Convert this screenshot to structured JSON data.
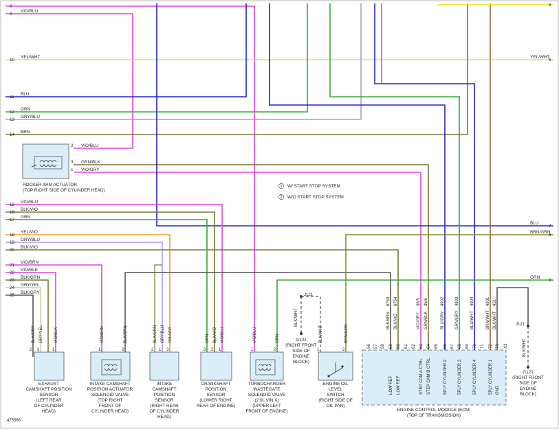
{
  "colors": {
    "magenta": "#dd44dd",
    "blue": "#2222cc",
    "yellow": "#e6e642",
    "green": "#33aa33",
    "lavender": "#a0a0dd",
    "olive": "#777733",
    "gray": "#555555",
    "orange": "#f0a030",
    "olivegreen": "#8a8a2a",
    "brown": "#996633",
    "bright_yellow": "#f0e000"
  },
  "left_pins": [
    {
      "num": "8",
      "label": ""
    },
    {
      "num": "9",
      "label": "VIO/BLU"
    },
    {
      "num": "10",
      "label": "YEL/WHT"
    },
    {
      "num": "11",
      "label": "BLU"
    },
    {
      "num": "12",
      "label": "GRN"
    },
    {
      "num": "13",
      "label": "GRY/BLU"
    },
    {
      "num": "14",
      "label": "BRN"
    },
    {
      "num": "15",
      "label": "VIO/BLU"
    },
    {
      "num": "16",
      "label": "BLK/VIO"
    },
    {
      "num": "17",
      "label": "GRN"
    },
    {
      "num": "18",
      "label": "YEL/VIO"
    },
    {
      "num": "19",
      "label": "GRY/BLU"
    },
    {
      "num": "20",
      "label": "BLK/VIO"
    },
    {
      "num": "21",
      "label": "VIO/BRN"
    },
    {
      "num": "22",
      "label": "VIO/BLK"
    },
    {
      "num": "23",
      "label": "BLK/GRN"
    },
    {
      "num": "24",
      "label": "GRY/YEL"
    },
    {
      "num": "25",
      "label": "BLK/GRY"
    }
  ],
  "right_pins": [
    {
      "num": "5",
      "label": ""
    },
    {
      "num": "6",
      "label": "YEL/WHT"
    },
    {
      "num": "7",
      "label": "BLU"
    },
    {
      "num": "8",
      "label": "BRN/GRN"
    },
    {
      "num": "9",
      "label": "GRN"
    }
  ],
  "rocker": {
    "title": "ROCKER ARM ACTUATOR",
    "subtitle": "(TOP RIGHT SIDE OF CYLINDER HEAD)",
    "pins": [
      {
        "num": "2",
        "label": "VIO/BLU"
      },
      {
        "num": "3",
        "label": "GRN/BLK"
      },
      {
        "num": "1",
        "label": "VIO/GRY"
      }
    ]
  },
  "legend": [
    {
      "mark": "1",
      "text": "W/ START STOP SYSTEM"
    },
    {
      "mark": "2",
      "text": "W/O START STOP SYSTEM"
    }
  ],
  "components": [
    {
      "lines": [
        "EXHAUST",
        "CAMSHAFT POSITION",
        "SENSOR",
        "(LEFT REAR",
        "OF CYLINDER",
        "HEAD)"
      ],
      "pins": [
        "2",
        "3",
        "1"
      ],
      "wires": [
        "BLK/GRY",
        "GRY/YEL",
        "VIO/BLK"
      ]
    },
    {
      "lines": [
        "INTAKE CAMSHAFT",
        "POSITION ACTUATOR",
        "SOLENOID VALVE",
        "(TOP RIGHT",
        "FRONT OF",
        "CYLINDER HEAD)"
      ],
      "pins": [
        "1",
        "2"
      ],
      "wires": [
        "VIO/BRN",
        "BLK/BRN"
      ]
    },
    {
      "lines": [
        "INTAKE",
        "CAMSHAFT",
        "POSITION",
        "SENSOR",
        "(RIGHT REAR",
        "OF CYLINDER",
        "HEAD)"
      ],
      "pins": [
        "2",
        "1",
        "3"
      ],
      "wires": [
        "BLK/GRN",
        "GRY/BLU",
        "YEL/VIO"
      ]
    },
    {
      "lines": [
        "CRANKSHAFT",
        "POSITION",
        "SENSOR",
        "(LOWER RIGHT",
        "REAR OF ENGINE)"
      ],
      "pins": [
        "3",
        "2",
        "1"
      ],
      "wires": [
        "GRN",
        "BLK/VIO",
        "VIO/BLU"
      ]
    },
    {
      "lines": [
        "TURBOCHARGER",
        "WASTEGATE",
        "SOLENOID VALVE",
        "(2.0L VIN X)",
        "(UPPER LEFT",
        "FRONT OF ENGINE)"
      ],
      "pins": [
        "1",
        "2"
      ],
      "wires": [
        "VIO/BLU",
        "GRN"
      ]
    },
    {
      "lines": [
        "ENGINE OIL",
        "LEVEL",
        "SWITCH",
        "(RIGHT SIDE OF",
        "OIL PAN)"
      ],
      "pins": [
        "1",
        "2"
      ],
      "wires": [
        "BLK/WHT",
        "BRN/GRN"
      ]
    }
  ],
  "ground1": {
    "wire": "BLK/WHT",
    "splice": "J121",
    "name": "G121",
    "location": [
      "(RIGHT FRONT",
      "SIDE OF",
      "ENGINE",
      "BLOCK)"
    ]
  },
  "ground2": {
    "wire": "BLK/WHT",
    "splice": "J121",
    "name": "G121",
    "location": [
      "(RIGHT FRONT",
      "SIDE OF",
      "ENGINE",
      "BLOCK)"
    ]
  },
  "ecm": {
    "title": "ENGINE CONTROL MODULE (ECM)",
    "subtitle": "(TOP OF TRANSMISSION)",
    "pins": [
      "56",
      "57",
      "58",
      "59",
      "60",
      "61",
      "62",
      "63",
      "64",
      "65",
      "66",
      "67",
      "68",
      "69",
      "70",
      "71",
      "72",
      "73"
    ],
    "circuits": [
      "6753",
      "6754",
      "36/5",
      "36/6",
      "4902",
      "4903",
      "4904",
      "4901",
      "451"
    ],
    "circuit_wires": [
      "BLK/BRN",
      "BLK/VIO",
      "VIO/GRY",
      "GRN/BLK",
      "BLU/GRY",
      "GRN/GRY",
      "BLU/WHT",
      "BRN/WHT",
      "BLK/WHT"
    ],
    "functions": [
      "LOW REF",
      "LOW REF",
      "STEP CAM A CTRL",
      "STEP CAM B CTRL",
      "5PLY CYLINDER 2",
      "5PLY CYLINDER 3",
      "5PLY CYLINDER 4",
      "5PLY CYLINDER 1",
      "GND"
    ],
    "x3": "X3"
  },
  "figure_id": "475566"
}
